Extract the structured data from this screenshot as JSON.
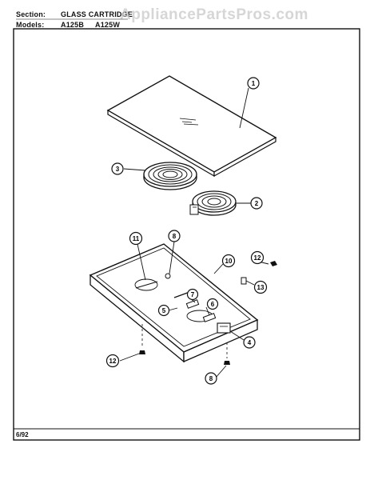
{
  "header": {
    "section_label": "Section:",
    "section_value": "GLASS CARTRIDGE",
    "models_label": "Models:",
    "models": [
      "A125B",
      "A125W"
    ]
  },
  "watermark": "AppliancePartsPros.com",
  "footer": {
    "date_code": "6/92"
  },
  "callouts": [
    {
      "id": "callout-1",
      "label": "1"
    },
    {
      "id": "callout-2",
      "label": "2"
    },
    {
      "id": "callout-3",
      "label": "3"
    },
    {
      "id": "callout-4",
      "label": "4"
    },
    {
      "id": "callout-5",
      "label": "5"
    },
    {
      "id": "callout-6",
      "label": "6"
    },
    {
      "id": "callout-7",
      "label": "7"
    },
    {
      "id": "callout-8a",
      "label": "8"
    },
    {
      "id": "callout-8b",
      "label": "8"
    },
    {
      "id": "callout-10",
      "label": "10"
    },
    {
      "id": "callout-11",
      "label": "11"
    },
    {
      "id": "callout-12a",
      "label": "12"
    },
    {
      "id": "callout-12b",
      "label": "12"
    },
    {
      "id": "callout-13",
      "label": "13"
    }
  ],
  "colors": {
    "ink": "#111111",
    "watermark": "#c9c9c9",
    "paper": "#ffffff"
  }
}
